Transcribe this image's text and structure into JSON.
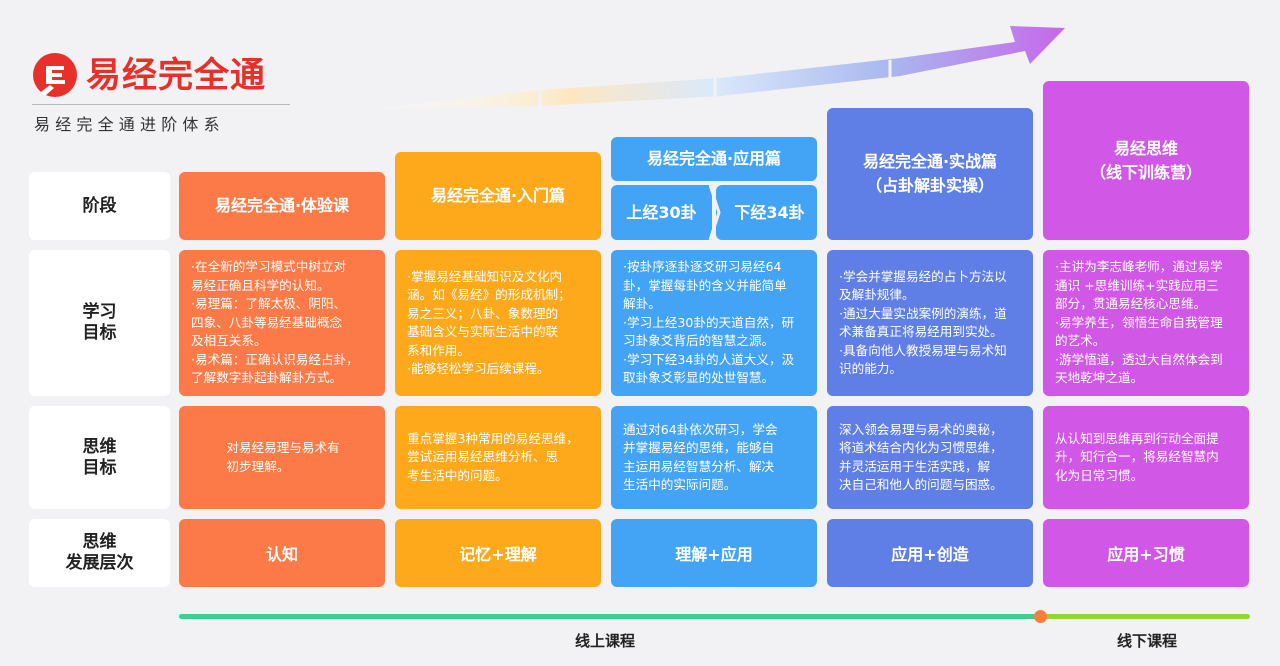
{
  "logo": {
    "brand": "易经完全通",
    "subtitle": "易经完全通进阶体系"
  },
  "row_labels": {
    "stage": "阶段",
    "learning_goal": [
      "学习",
      "目标"
    ],
    "thinking_goal": [
      "思维",
      "目标"
    ],
    "level": [
      "思维",
      "发展层次"
    ]
  },
  "columns": [
    {
      "stage": [
        "易经完全通·体验课"
      ],
      "learning": [
        "·在全新的学习模式中树立对",
        "易经正确且科学的认知。",
        "·易理篇：了解太极、阴阳、",
        "四象、八卦等易经基础概念",
        "及相互关系。",
        "·易术篇：正确认识易经占卦，",
        "了解数字卦起卦解卦方式。"
      ],
      "thinking": [
        "对易经易理与易术有",
        "初步理解。"
      ],
      "level": "认知"
    },
    {
      "stage": [
        "易经完全通·入门篇"
      ],
      "learning": [
        "·掌握易经基础知识及文化内",
        "涵。如《易经》的形成机制；",
        "易之三义；八卦、象数理的",
        "基础含义与实际生活中的联",
        "系和作用。",
        "·能够轻松学习后续课程。"
      ],
      "thinking": [
        "重点掌握3种常用的易经思维，",
        "尝试运用易经思维分析、思",
        "考生活中的问题。"
      ],
      "level": "记忆+理解"
    },
    {
      "stage": [
        "易经完全通·应用篇"
      ],
      "substages": [
        "上经30卦",
        "下经34卦"
      ],
      "learning": [
        "·按卦序逐卦逐爻研习易经64",
        "卦，掌握每卦的含义并能简单",
        "解卦。",
        "·学习上经30卦的天道自然，研",
        "习卦象爻背后的智慧之源。",
        "·学习下经34卦的人道大义，汲",
        "取卦象爻彰显的处世智慧。"
      ],
      "thinking": [
        "通过对64卦依次研习，学会",
        "并掌握易经的思维，能够自",
        "主运用易经智慧分析、解决",
        "生活中的实际问题。"
      ],
      "level": "理解+应用"
    },
    {
      "stage": [
        "易经完全通·实战篇",
        "（占卦解卦实操）"
      ],
      "learning": [
        "·学会并掌握易经的占卜方法以",
        "及解卦规律。",
        "·通过大量实战案例的演练，道",
        "术兼备真正将易经用到实处。",
        "·具备向他人教授易理与易术知",
        "识的能力。"
      ],
      "thinking": [
        "深入领会易理与易术的奥秘，",
        "将道术结合内化为习惯思维，",
        "并灵活运用于生活实践，解",
        "决自己和他人的问题与困惑。"
      ],
      "level": "应用+创造"
    },
    {
      "stage": [
        "易经思维",
        "（线下训练营）"
      ],
      "learning": [
        "·主讲为李志峰老师，通过易学",
        "通识 +思维训练+实践应用三",
        "部分，贯通易经核心思维。",
        "·易学养生，领悟生命自我管理",
        "的艺术。",
        "·游学悟道，透过大自然体会到",
        "天地乾坤之道。"
      ],
      "thinking": [
        "从认知到思维再到行动全面提",
        "升，知行合一，将易经智慧内",
        "化为日常习惯。"
      ],
      "level": "应用+习惯"
    }
  ],
  "timeline": {
    "online": "线上课程",
    "offline": "线下课程"
  },
  "colors": {
    "brand_red": "#e8302a",
    "col1": "#fb7a47",
    "col2": "#fda91b",
    "col3": "#43a3f5",
    "col4": "#5f7fe6",
    "col5": "#d157e6",
    "online_bar": "#3ecf8e",
    "offline_bar": "#8ed832"
  }
}
